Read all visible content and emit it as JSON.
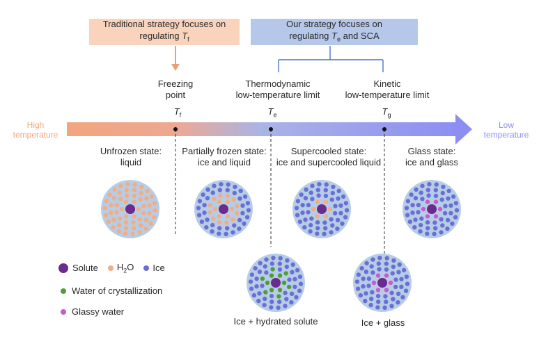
{
  "boxes": {
    "traditional": {
      "line1": "Traditional strategy focuses on",
      "line2": "regulating ",
      "sym": "T",
      "sub": "f"
    },
    "ours": {
      "line1": "Our strategy focuses on",
      "line2a": "regulating ",
      "sym": "T",
      "sub": "e",
      "line2b": " and SCA"
    }
  },
  "points": {
    "freezing": {
      "line1": "Freezing",
      "line2": "point"
    },
    "thermo": {
      "line1": "Thermodynamic",
      "line2": "low-temperature limit"
    },
    "kinetic": {
      "line1": "Kinetic",
      "line2": "low-temperature limit"
    }
  },
  "symbols": {
    "tf": {
      "main": "T",
      "sub": "f"
    },
    "te": {
      "main": "T",
      "sub": "e"
    },
    "tg": {
      "main": "T",
      "sub": "g"
    }
  },
  "axis": {
    "high": {
      "line1": "High",
      "line2": "temperature"
    },
    "low": {
      "line1": "Low",
      "line2": "temperature"
    }
  },
  "states": [
    {
      "line1": "Unfrozen state:",
      "line2": "liquid"
    },
    {
      "line1": "Partially frozen state:",
      "line2": "ice and liquid"
    },
    {
      "line1": "Supercooled state:",
      "line2": "ice and supercooled liquid"
    },
    {
      "line1": "Glass state:",
      "line2": "ice and glass"
    }
  ],
  "legend": {
    "solute": "Solute",
    "h2o_main": "H",
    "h2o_sub": "2",
    "h2o_end": "O",
    "ice": "Ice",
    "water_cryst": "Water of crystallization",
    "glassy": "Glassy water"
  },
  "captions": {
    "hydrated": "Ice + hydrated solute",
    "glass": "Ice + glass"
  },
  "colors": {
    "solute": "#6a2a8e",
    "water": "#f2ad84",
    "ice": "#6a6fd6",
    "crystallization": "#4f9c3a",
    "glassy": "#c95ad0",
    "circle_bg": "#b7cde6",
    "arrow_start": "#f2a57e",
    "arrow_end": "#8d8ef2",
    "high_text": "#f2a57e",
    "low_text": "#8d8ef2"
  }
}
